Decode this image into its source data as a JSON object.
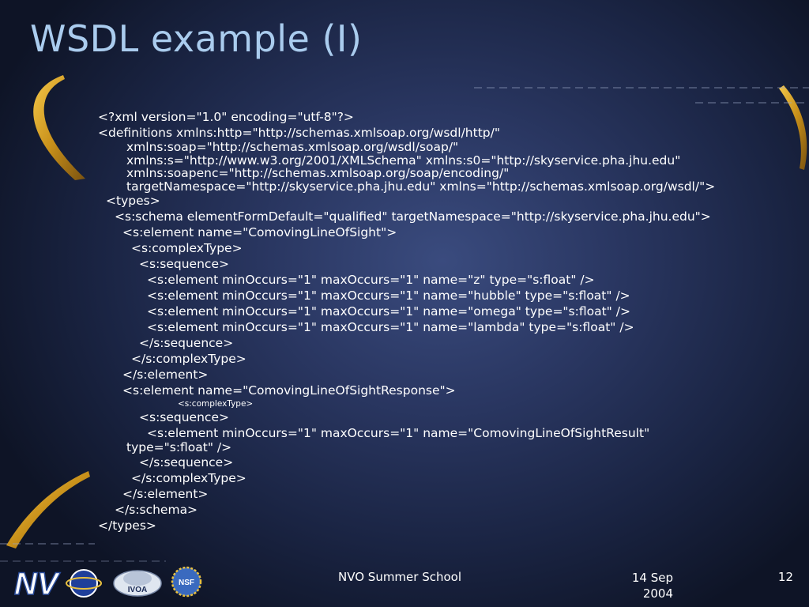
{
  "slide": {
    "title": "WSDL example (I)",
    "code_lines": [
      {
        "indent": 0,
        "text": "<?xml version=\"1.0\" encoding=\"utf-8\"?>"
      },
      {
        "indent": 0,
        "text": "<definitions xmlns:http=\"http://schemas.xmlsoap.org/wsdl/http/\""
      },
      {
        "indent": 36,
        "text": "xmlns:soap=\"http://schemas.xmlsoap.org/wsdl/soap/\"",
        "cont": true
      },
      {
        "indent": 36,
        "text": "xmlns:s=\"http://www.w3.org/2001/XMLSchema\" xmlns:s0=\"http://skyservice.pha.jhu.edu\"",
        "cont": true
      },
      {
        "indent": 36,
        "text": "xmlns:soapenc=\"http://schemas.xmlsoap.org/soap/encoding/\"",
        "cont": true
      },
      {
        "indent": 36,
        "text": "targetNamespace=\"http://skyservice.pha.jhu.edu\" xmlns=\"http://schemas.xmlsoap.org/wsdl/\">",
        "cont": true
      },
      {
        "indent": 10,
        "text": "<types>"
      },
      {
        "indent": 21,
        "text": "<s:schema elementFormDefault=\"qualified\" targetNamespace=\"http://skyservice.pha.jhu.edu\">"
      },
      {
        "indent": 31,
        "text": "<s:element name=\"ComovingLineOfSight\">"
      },
      {
        "indent": 42,
        "text": "<s:complexType>"
      },
      {
        "indent": 52,
        "text": "<s:sequence>"
      },
      {
        "indent": 62,
        "text": "<s:element minOccurs=\"1\" maxOccurs=\"1\" name=\"z\" type=\"s:float\" />"
      },
      {
        "indent": 62,
        "text": "<s:element minOccurs=\"1\" maxOccurs=\"1\" name=\"hubble\" type=\"s:float\" />"
      },
      {
        "indent": 62,
        "text": "<s:element minOccurs=\"1\" maxOccurs=\"1\" name=\"omega\" type=\"s:float\" />"
      },
      {
        "indent": 62,
        "text": "<s:element minOccurs=\"1\" maxOccurs=\"1\" name=\"lambda\" type=\"s:float\" />"
      },
      {
        "indent": 52,
        "text": "</s:sequence>"
      },
      {
        "indent": 42,
        "text": "</s:complexType>"
      },
      {
        "indent": 31,
        "text": "</s:element>"
      },
      {
        "indent": 31,
        "text": "<s:element name=\"ComovingLineOfSightResponse\">"
      },
      {
        "indent": 101,
        "text": "<s:complexType>",
        "small": true
      },
      {
        "indent": 52,
        "text": "<s:sequence>"
      },
      {
        "indent": 62,
        "text": "<s:element minOccurs=\"1\" maxOccurs=\"1\" name=\"ComovingLineOfSightResult\""
      },
      {
        "indent": 36,
        "text": "type=\"s:float\" />",
        "cont": true
      },
      {
        "indent": 52,
        "text": "</s:sequence>"
      },
      {
        "indent": 42,
        "text": "</s:complexType>"
      },
      {
        "indent": 31,
        "text": "</s:element>"
      },
      {
        "indent": 21,
        "text": "</s:schema>"
      },
      {
        "indent": 0,
        "text": "</types>"
      }
    ]
  },
  "footer": {
    "center_text": "NVO Summer School",
    "date_line1": "14 Sep",
    "date_line2": "2004",
    "page_number": "12",
    "logos": [
      {
        "name": "nvo-logo",
        "label": "NVO"
      },
      {
        "name": "ivoa-logo",
        "label": "IVOA"
      },
      {
        "name": "nsf-logo",
        "label": "NSF"
      }
    ]
  },
  "colors": {
    "background": "#1a2443",
    "title": "#aaccee",
    "text": "#ffffff",
    "ring": "#d9a020"
  }
}
